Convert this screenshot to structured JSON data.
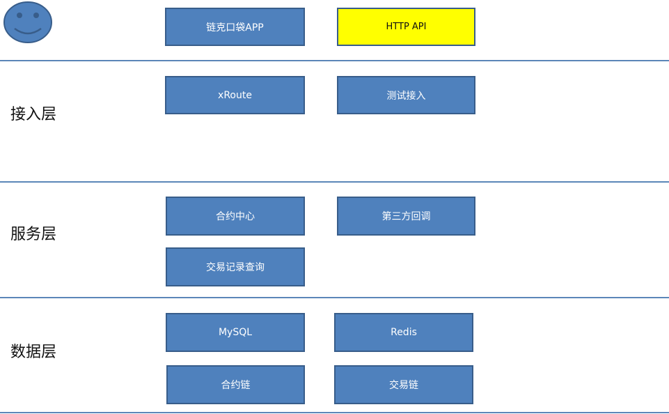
{
  "client": {
    "icon": "smiley-face-icon",
    "app_label": "链克口袋APP",
    "api_label": "HTTP API"
  },
  "layers": {
    "access": {
      "title": "接入层",
      "boxes": [
        "xRoute",
        "测试接入"
      ]
    },
    "service": {
      "title": "服务层",
      "boxes": [
        "合约中心",
        "第三方回调",
        "交易记录查询"
      ]
    },
    "data": {
      "title": "数据层",
      "boxes": [
        "MySQL",
        "Redis",
        "合约链",
        "交易链"
      ]
    }
  },
  "colors": {
    "box_fill": "#4f81bd",
    "box_border": "#385d8a",
    "highlight_fill": "#ffff00",
    "divider": "#5b86b8",
    "face_fill": "#4f81bd"
  }
}
